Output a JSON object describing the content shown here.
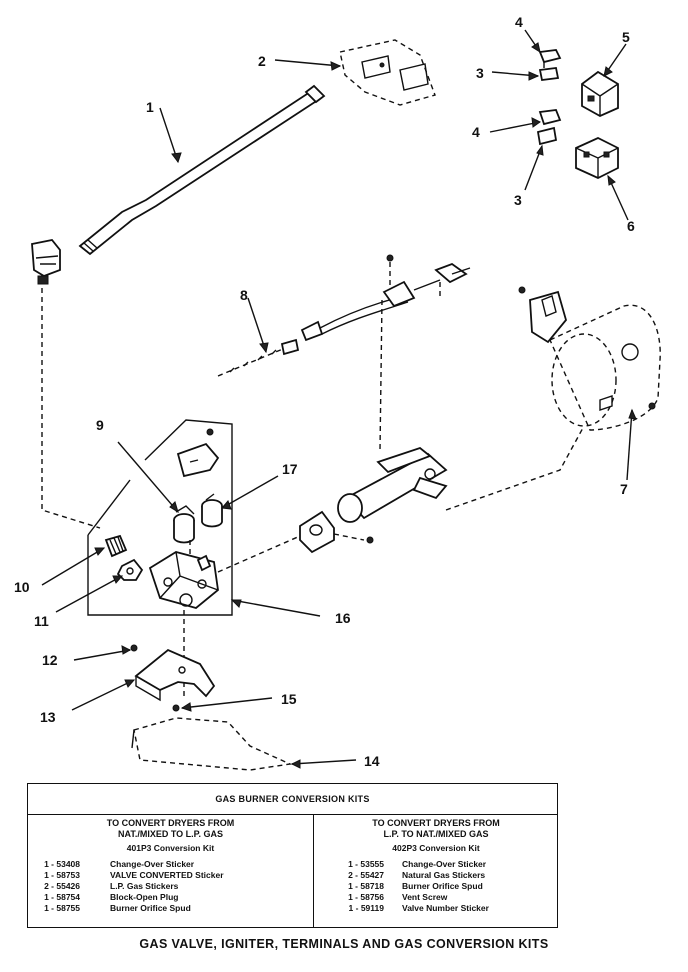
{
  "callouts": [
    "1",
    "2",
    "3",
    "4",
    "5",
    "6",
    "7",
    "8",
    "9",
    "10",
    "11",
    "12",
    "13",
    "14",
    "15",
    "16",
    "17"
  ],
  "callout_3b": "3",
  "callout_4b": "4",
  "kits": {
    "title": "GAS BURNER CONVERSION KITS",
    "left": {
      "heading": [
        "TO CONVERT DRYERS FROM",
        "NAT./MIXED TO L.P. GAS"
      ],
      "kit_name": "401P3 Conversion Kit",
      "items": [
        {
          "qty": "1 - 53408",
          "desc": "Change-Over Sticker"
        },
        {
          "qty": "1 - 58753",
          "desc": "VALVE CONVERTED Sticker"
        },
        {
          "qty": "2 - 55426",
          "desc": "L.P. Gas Stickers"
        },
        {
          "qty": "1 - 58754",
          "desc": "Block-Open Plug"
        },
        {
          "qty": "1 - 58755",
          "desc": "Burner Orifice Spud"
        }
      ]
    },
    "right": {
      "heading": [
        "TO CONVERT DRYERS FROM",
        "L.P. TO NAT./MIXED GAS"
      ],
      "kit_name": "402P3 Conversion Kit",
      "items": [
        {
          "qty": "1 - 53555",
          "desc": "Change-Over Sticker"
        },
        {
          "qty": "2 - 55427",
          "desc": "Natural Gas Stickers"
        },
        {
          "qty": "1 - 58718",
          "desc": "Burner Orifice Spud"
        },
        {
          "qty": "1 - 58756",
          "desc": "Vent Screw"
        },
        {
          "qty": "1 - 59119",
          "desc": "Valve Number Sticker"
        }
      ]
    }
  },
  "caption": "GAS VALVE, IGNITER, TERMINALS AND GAS CONVERSION KITS"
}
